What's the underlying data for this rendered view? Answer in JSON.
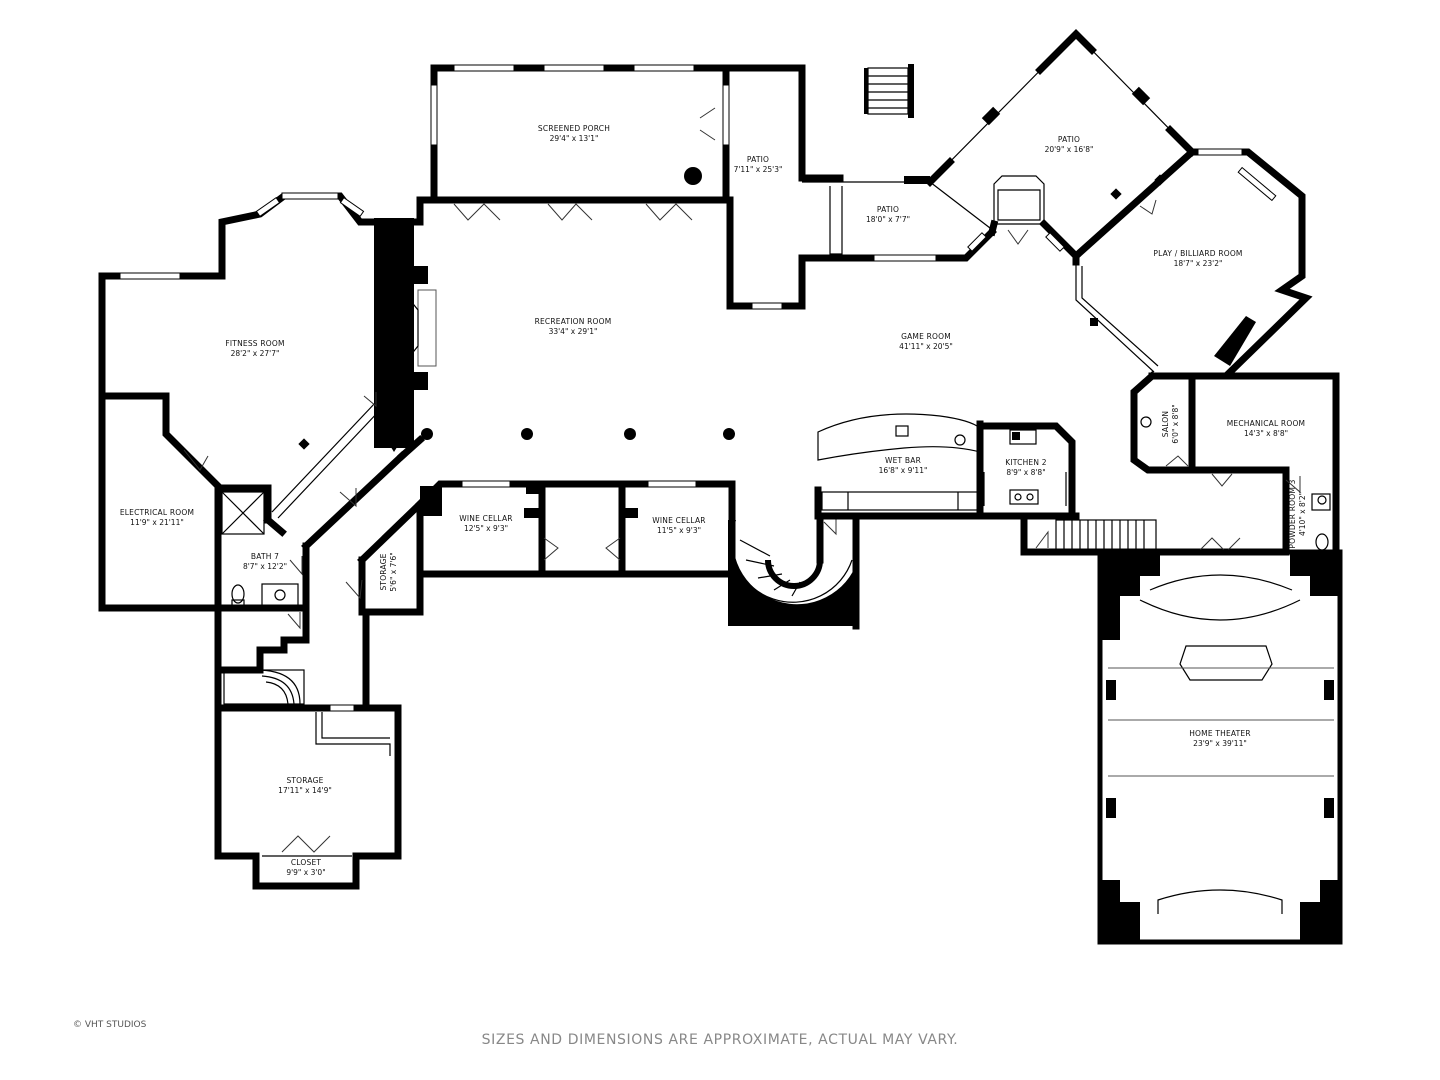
{
  "rooms": {
    "screened_porch": {
      "name": "SCREENED PORCH",
      "dim": "29'4\" x 13'1\""
    },
    "patio_1": {
      "name": "PATIO",
      "dim": "7'11\" x 25'3\""
    },
    "patio_2": {
      "name": "PATIO",
      "dim": "18'0\" x 7'7\""
    },
    "patio_3": {
      "name": "PATIO",
      "dim": "20'9\" x 16'8\""
    },
    "play_billiard": {
      "name": "PLAY / BILLIARD ROOM",
      "dim": "18'7\" x 23'2\""
    },
    "fitness": {
      "name": "FITNESS ROOM",
      "dim": "28'2\" x 27'7\""
    },
    "recreation": {
      "name": "RECREATION ROOM",
      "dim": "33'4\" x 29'1\""
    },
    "game": {
      "name": "GAME ROOM",
      "dim": "41'11\" x 20'5\""
    },
    "salon": {
      "name": "SALON",
      "dim": "6'0\" x 8'8\""
    },
    "mechanical": {
      "name": "MECHANICAL ROOM",
      "dim": "14'3\" x 8'8\""
    },
    "electrical": {
      "name": "ELECTRICAL ROOM",
      "dim": "11'9\" x 21'11\""
    },
    "bath7": {
      "name": "BATH 7",
      "dim": "8'7\" x 12'2\""
    },
    "storage_small": {
      "name": "STORAGE",
      "dim": "5'6\" x 7'6\""
    },
    "wine_cellar_1": {
      "name": "WINE CELLAR",
      "dim": "12'5\" x 9'3\""
    },
    "wine_cellar_2": {
      "name": "WINE CELLAR",
      "dim": "11'5\" x 9'3\""
    },
    "wet_bar": {
      "name": "WET BAR",
      "dim": "16'8\" x 9'11\""
    },
    "kitchen2": {
      "name": "KITCHEN 2",
      "dim": "8'9\" x 8'8\""
    },
    "powder3": {
      "name": "POWDER ROOM 3",
      "dim": "4'10\" x 8'2\""
    },
    "home_theater": {
      "name": "HOME THEATER",
      "dim": "23'9\" x 39'11\""
    },
    "storage_large": {
      "name": "STORAGE",
      "dim": "17'11\" x 14'9\""
    },
    "closet": {
      "name": "CLOSET",
      "dim": "9'9\" x 3'0\""
    }
  },
  "footer": {
    "disclaimer": "SIZES AND DIMENSIONS ARE APPROXIMATE, ACTUAL MAY VARY."
  },
  "copyright": "© VHT STUDIOS",
  "colors": {
    "wall": "#000000",
    "background": "#ffffff",
    "disclaimer_text": "#888888"
  }
}
